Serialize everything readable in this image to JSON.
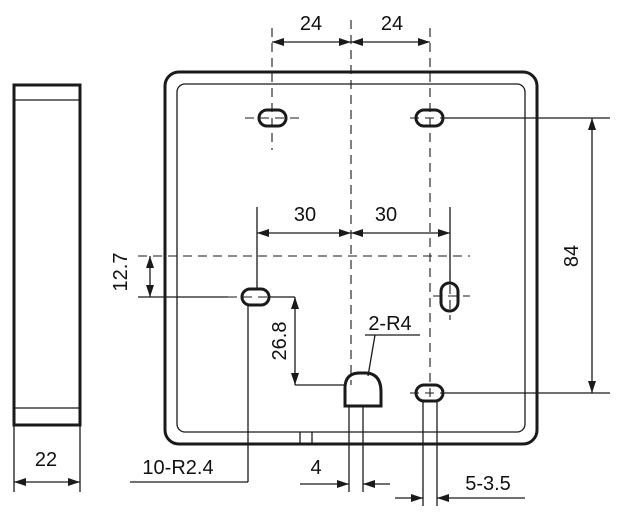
{
  "dimensions": {
    "top_left": "24",
    "top_right": "24",
    "mid_left": "30",
    "mid_right": "30",
    "left_offset": "12.7",
    "height_right": "84",
    "lower_vertical": "26.8",
    "radius_note": "2-R4",
    "side_depth": "22",
    "slot_radius": "10-R2.4",
    "notch_width": "4",
    "hole_note": "5-3.5"
  }
}
